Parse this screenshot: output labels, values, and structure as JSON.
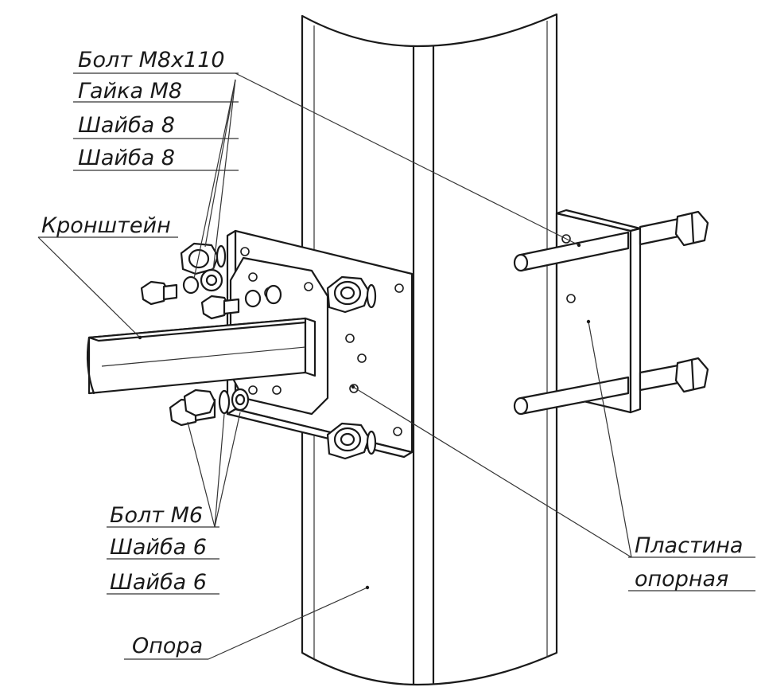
{
  "labels": {
    "bolt_m8": "Болт М8х110",
    "nut_m8": "Гайка М8",
    "washer_8a": "Шайба 8",
    "washer_8b": "Шайба 8",
    "bracket": "Кронштейн",
    "bolt_m6": "Болт М6",
    "washer_6a": "Шайба 6",
    "washer_6b": "Шайба 6",
    "support": "Опора",
    "plate_line1": "Пластина",
    "plate_line2": "опорная"
  }
}
